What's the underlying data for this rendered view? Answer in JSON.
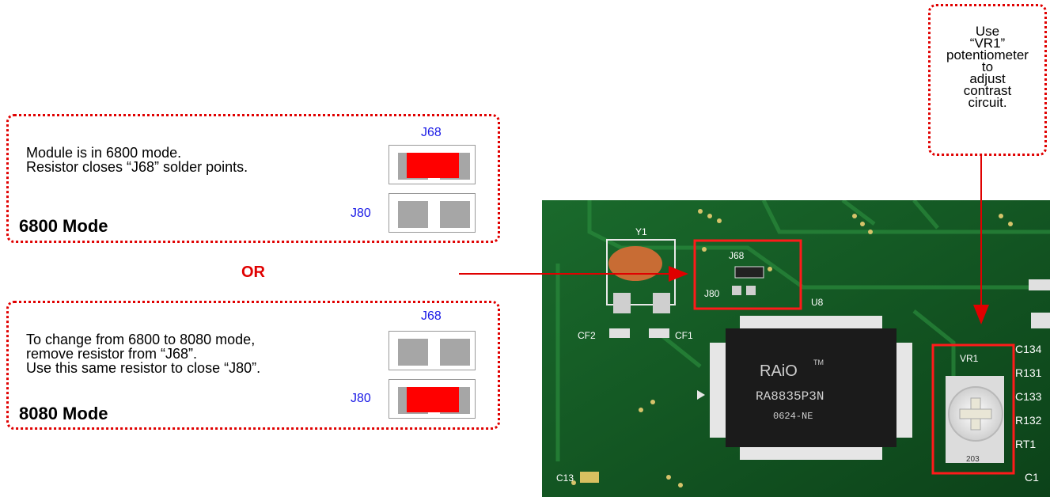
{
  "panel_6800": {
    "title": "6800 Mode",
    "lines": [
      "Module is in 6800 mode.",
      "Resistor closes “J68” solder points."
    ],
    "j68_label": "J68",
    "j80_label": "J80"
  },
  "or_label": "OR",
  "panel_8080": {
    "title": "8080 Mode",
    "lines": [
      "To change from 6800 to 8080 mode,",
      "remove resistor from “J68”.",
      "Use this same resistor to close “J80”."
    ],
    "j68_label": "J68",
    "j80_label": "J80"
  },
  "callout": {
    "lines": [
      "Use",
      "“VR1”",
      "potentiometer",
      "to",
      "adjust",
      "contrast",
      "circuit."
    ]
  },
  "pcb": {
    "labels": {
      "y1": "Y1",
      "j68": "J68",
      "j80": "J80",
      "u8": "U8",
      "cf2": "CF2",
      "cf1": "CF1",
      "brand": "RAiO",
      "tm": "TM",
      "part": "RA8835P3N",
      "date": "0624-NE",
      "vr1": "VR1",
      "c13": "C13",
      "c134": "C134",
      "r131": "R131",
      "c133": "C133",
      "r132": "R132",
      "rt1": "RT1",
      "c1": "C1",
      "pot_value": "203"
    }
  },
  "colors": {
    "accent": "#e00000",
    "jumper_label": "#1a1ae6",
    "pcb": "#0f4d1e",
    "resistor": "#ff0000",
    "pad": "#a6a6a6"
  }
}
